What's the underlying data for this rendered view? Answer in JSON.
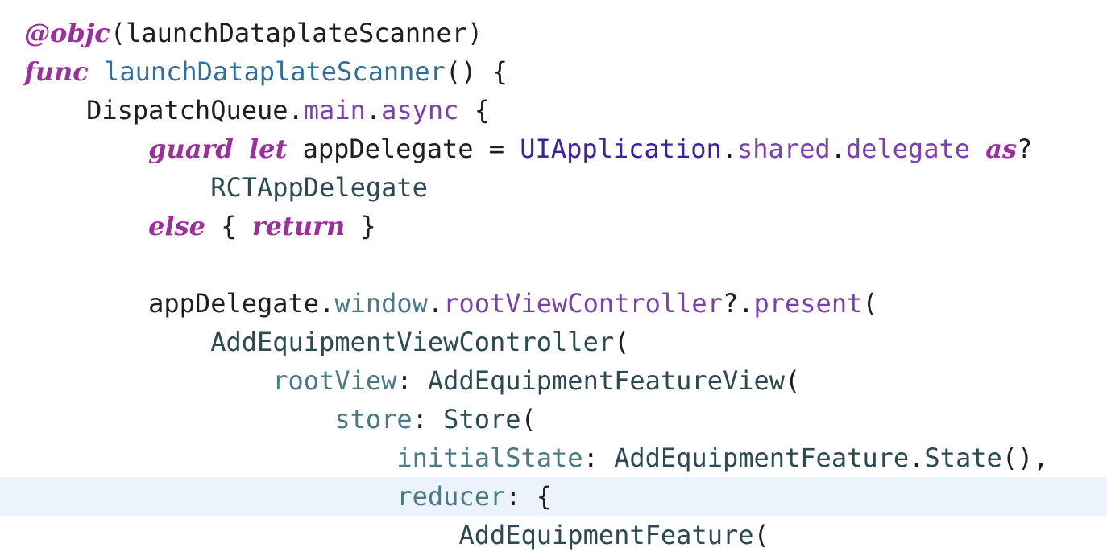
{
  "editor": {
    "highlight_color": "#edf3fd",
    "lines": [
      {
        "indent": 0,
        "highlight": false,
        "tokens": [
          {
            "t": "@objc",
            "k": "kw"
          },
          {
            "t": "(launchDataplateScanner)",
            "k": "plain"
          }
        ]
      },
      {
        "indent": 0,
        "highlight": false,
        "tokens": [
          {
            "t": "func",
            "k": "kw"
          },
          {
            "t": " ",
            "k": "plain"
          },
          {
            "t": "launchDataplateScanner",
            "k": "fn"
          },
          {
            "t": "() {",
            "k": "plain"
          }
        ]
      },
      {
        "indent": 4,
        "highlight": false,
        "tokens": [
          {
            "t": "DispatchQueue",
            "k": "plain"
          },
          {
            "t": ".",
            "k": "plain"
          },
          {
            "t": "main",
            "k": "member"
          },
          {
            "t": ".",
            "k": "plain"
          },
          {
            "t": "async",
            "k": "member"
          },
          {
            "t": " {",
            "k": "plain"
          }
        ]
      },
      {
        "indent": 8,
        "highlight": false,
        "tokens": [
          {
            "t": "guard",
            "k": "kw"
          },
          {
            "t": " ",
            "k": "plain"
          },
          {
            "t": "let",
            "k": "kw"
          },
          {
            "t": " appDelegate = ",
            "k": "plain"
          },
          {
            "t": "UIApplication",
            "k": "type"
          },
          {
            "t": ".",
            "k": "plain"
          },
          {
            "t": "shared",
            "k": "member"
          },
          {
            "t": ".",
            "k": "plain"
          },
          {
            "t": "delegate",
            "k": "member"
          },
          {
            "t": " ",
            "k": "plain"
          },
          {
            "t": "as",
            "k": "kw"
          },
          {
            "t": "?",
            "k": "plain"
          }
        ]
      },
      {
        "indent": 12,
        "highlight": false,
        "tokens": [
          {
            "t": "RCTAppDelegate",
            "k": "cls"
          }
        ]
      },
      {
        "indent": 8,
        "highlight": false,
        "tokens": [
          {
            "t": "else",
            "k": "kw"
          },
          {
            "t": " { ",
            "k": "plain"
          },
          {
            "t": "return",
            "k": "kw"
          },
          {
            "t": " }",
            "k": "plain"
          }
        ]
      },
      {
        "indent": 0,
        "highlight": false,
        "tokens": []
      },
      {
        "indent": 8,
        "highlight": false,
        "tokens": [
          {
            "t": "appDelegate",
            "k": "plain"
          },
          {
            "t": ".",
            "k": "plain"
          },
          {
            "t": "window",
            "k": "param"
          },
          {
            "t": ".",
            "k": "plain"
          },
          {
            "t": "rootViewController",
            "k": "member"
          },
          {
            "t": "?.",
            "k": "plain"
          },
          {
            "t": "present",
            "k": "member"
          },
          {
            "t": "(",
            "k": "plain"
          }
        ]
      },
      {
        "indent": 12,
        "highlight": false,
        "tokens": [
          {
            "t": "AddEquipmentViewController",
            "k": "cls"
          },
          {
            "t": "(",
            "k": "plain"
          }
        ]
      },
      {
        "indent": 16,
        "highlight": false,
        "tokens": [
          {
            "t": "rootView",
            "k": "param"
          },
          {
            "t": ": ",
            "k": "plain"
          },
          {
            "t": "AddEquipmentFeatureView",
            "k": "cls"
          },
          {
            "t": "(",
            "k": "plain"
          }
        ]
      },
      {
        "indent": 20,
        "highlight": false,
        "tokens": [
          {
            "t": "store",
            "k": "param"
          },
          {
            "t": ": ",
            "k": "plain"
          },
          {
            "t": "Store",
            "k": "cls"
          },
          {
            "t": "(",
            "k": "plain"
          }
        ]
      },
      {
        "indent": 24,
        "highlight": false,
        "tokens": [
          {
            "t": "initialState",
            "k": "param"
          },
          {
            "t": ": ",
            "k": "plain"
          },
          {
            "t": "AddEquipmentFeature",
            "k": "cls"
          },
          {
            "t": ".",
            "k": "plain"
          },
          {
            "t": "State",
            "k": "cls"
          },
          {
            "t": "(),",
            "k": "plain"
          }
        ]
      },
      {
        "indent": 24,
        "highlight": true,
        "tokens": [
          {
            "t": "reducer",
            "k": "param"
          },
          {
            "t": ": {",
            "k": "plain"
          }
        ]
      },
      {
        "indent": 28,
        "highlight": false,
        "tokens": [
          {
            "t": "AddEquipmentFeature",
            "k": "cls"
          },
          {
            "t": "(",
            "k": "plain"
          }
        ]
      }
    ]
  }
}
